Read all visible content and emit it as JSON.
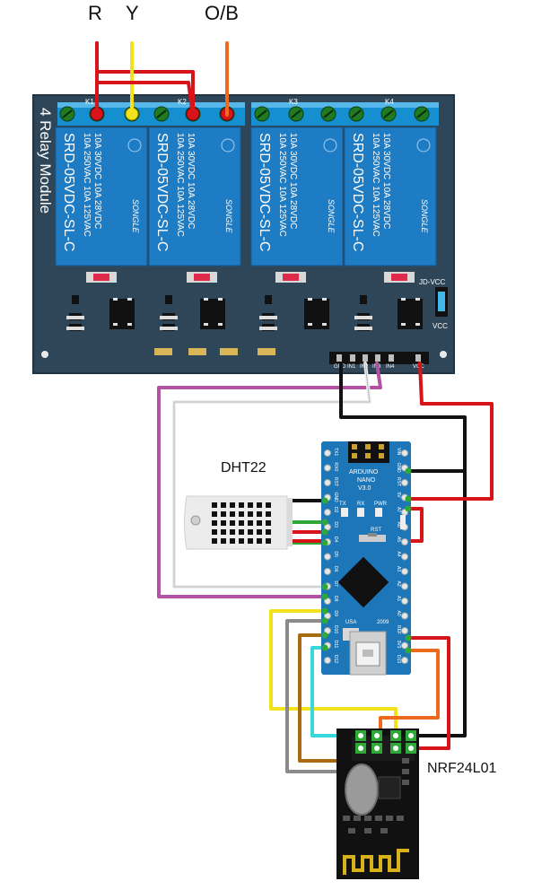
{
  "wire_labels": {
    "r": "R",
    "y": "Y",
    "ob": "O/B"
  },
  "relay_module": {
    "board_label": "4 Relay Module",
    "relay_model": "SRD-05VDC-SL-C",
    "relay_spec_line1": "10A 250VAC 10A 125VAC",
    "relay_spec_line2": "10A 30VDC 10A 28VDC",
    "relay_brand": "SONGLE",
    "channel_labels": [
      "K1",
      "K2",
      "K3",
      "K4"
    ],
    "jumper_top": "JD-VCC",
    "jumper_bottom": "VCC",
    "header_pins": [
      "GND",
      "IN1",
      "IN2",
      "IN3",
      "IN4",
      "VCC"
    ]
  },
  "arduino": {
    "name_line1": "ARDUINO",
    "name_line2": "NANO",
    "name_line3": "V3.0",
    "led_labels": [
      "TX",
      "RX",
      "PWR"
    ],
    "reset_label": "RST",
    "usb_label": "USA",
    "year": "2009",
    "pins_left": [
      "D12",
      "D11",
      "D10",
      "D9",
      "D8",
      "D7",
      "D6",
      "D5",
      "D4",
      "D3",
      "D2",
      "GND",
      "RST",
      "RX0",
      "TX1"
    ],
    "pins_right": [
      "D13",
      "3V3",
      "REF",
      "A0",
      "A1",
      "A2",
      "A3",
      "A4",
      "A5",
      "A6",
      "A7",
      "5V",
      "RST",
      "GND",
      "VIN"
    ]
  },
  "sensor": {
    "label": "DHT22"
  },
  "radio": {
    "label": "NRF24L01"
  },
  "colors": {
    "board_blue": "#2f4658",
    "relay_blue": "#1d7cc4",
    "nano_blue": "#1d76b8",
    "wire_red": "#d8141b",
    "wire_yellow": "#f2e21c",
    "wire_orange": "#ee6b1d",
    "wire_black": "#111111",
    "wire_white": "#ededed",
    "wire_purple": "#b152a3",
    "wire_green": "#2ea836",
    "wire_gray": "#8a8a8a",
    "wire_brown": "#a76b10",
    "wire_cyan": "#37d8dc"
  }
}
